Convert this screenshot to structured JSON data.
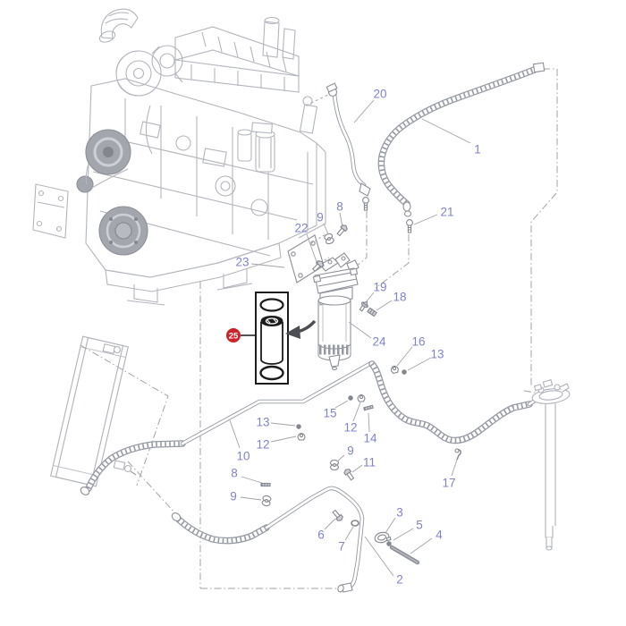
{
  "diagram": {
    "type": "exploded-parts-diagram",
    "subject": "engine-fuel-system",
    "colors": {
      "highlight_badge": "#cc2229",
      "badge_text": "#ffffff",
      "callout_text": "#8083c9",
      "line_art": "#aeb0b8",
      "dark_part_outline": "#1c1c1c"
    },
    "highlighted_callout": "25",
    "callouts": [
      {
        "key": "n20",
        "label": "20"
      },
      {
        "key": "n1",
        "label": "1"
      },
      {
        "key": "n21",
        "label": "21"
      },
      {
        "key": "n8a",
        "label": "8"
      },
      {
        "key": "n9a",
        "label": "9"
      },
      {
        "key": "n22",
        "label": "22"
      },
      {
        "key": "n23",
        "label": "23"
      },
      {
        "key": "n19",
        "label": "19"
      },
      {
        "key": "n18",
        "label": "18"
      },
      {
        "key": "n24",
        "label": "24"
      },
      {
        "key": "n16",
        "label": "16"
      },
      {
        "key": "n13r",
        "label": "13"
      },
      {
        "key": "n10",
        "label": "10"
      },
      {
        "key": "n13l",
        "label": "13"
      },
      {
        "key": "n12l",
        "label": "12"
      },
      {
        "key": "n15",
        "label": "15"
      },
      {
        "key": "n12m",
        "label": "12"
      },
      {
        "key": "n14",
        "label": "14"
      },
      {
        "key": "n9m",
        "label": "9"
      },
      {
        "key": "n11",
        "label": "11"
      },
      {
        "key": "n8l",
        "label": "8"
      },
      {
        "key": "n9l",
        "label": "9"
      },
      {
        "key": "n17",
        "label": "17"
      },
      {
        "key": "n6",
        "label": "6"
      },
      {
        "key": "n7",
        "label": "7"
      },
      {
        "key": "n3",
        "label": "3"
      },
      {
        "key": "n5",
        "label": "5"
      },
      {
        "key": "n4",
        "label": "4"
      },
      {
        "key": "n2",
        "label": "2"
      },
      {
        "key": "n25",
        "label": "25",
        "highlighted": true
      }
    ]
  }
}
